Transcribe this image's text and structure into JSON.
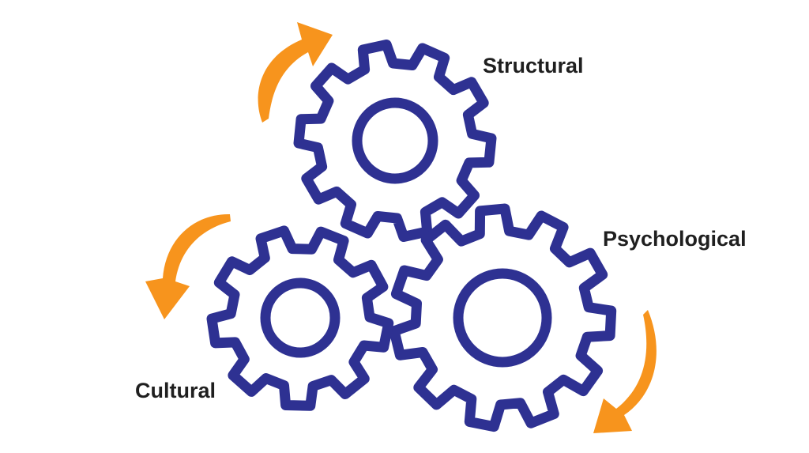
{
  "labels": {
    "structural": "Structural",
    "psychological": "Psychological",
    "cultural": "Cultural"
  },
  "colors": {
    "gear_stroke": "#2e3192",
    "arrow_fill": "#f7941d",
    "label_text": "#1f1f1f",
    "background": "#ffffff"
  },
  "gears": [
    {
      "name": "gear-structural",
      "teeth": 10
    },
    {
      "name": "gear-psychological",
      "teeth": 11
    },
    {
      "name": "gear-cultural",
      "teeth": 9
    }
  ],
  "arrows": [
    {
      "name": "arrow-top-left-icon",
      "direction": "clockwise"
    },
    {
      "name": "arrow-left-icon",
      "direction": "counter-clockwise"
    },
    {
      "name": "arrow-bottom-right-icon",
      "direction": "clockwise"
    }
  ]
}
